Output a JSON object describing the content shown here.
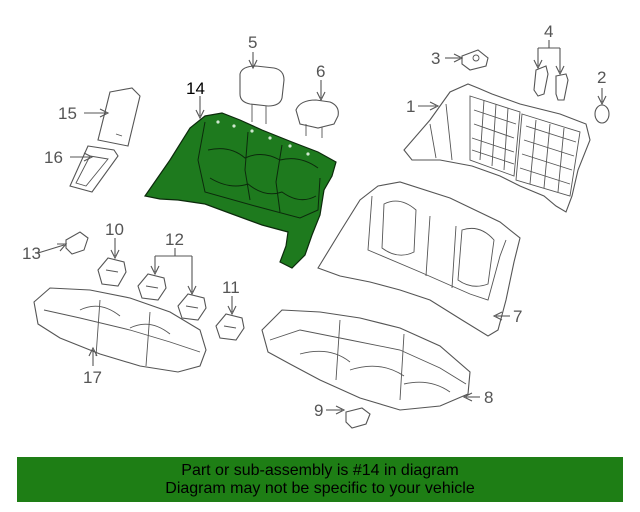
{
  "callouts": {
    "c1": "1",
    "c2": "2",
    "c3": "3",
    "c4": "4",
    "c5": "5",
    "c6": "6",
    "c7": "7",
    "c8": "8",
    "c9": "9",
    "c10": "10",
    "c11": "11",
    "c12": "12",
    "c13": "13",
    "c14": "14",
    "c15": "15",
    "c16": "16",
    "c17": "17"
  },
  "highlighted_part": "14",
  "colors": {
    "highlight": "#1e7a1e",
    "banner": "#1e7e15",
    "line_art": "#555555"
  },
  "banner": {
    "line1": "Part or sub-assembly is #14 in diagram",
    "line2": "Diagram may not be specific to your vehicle"
  }
}
